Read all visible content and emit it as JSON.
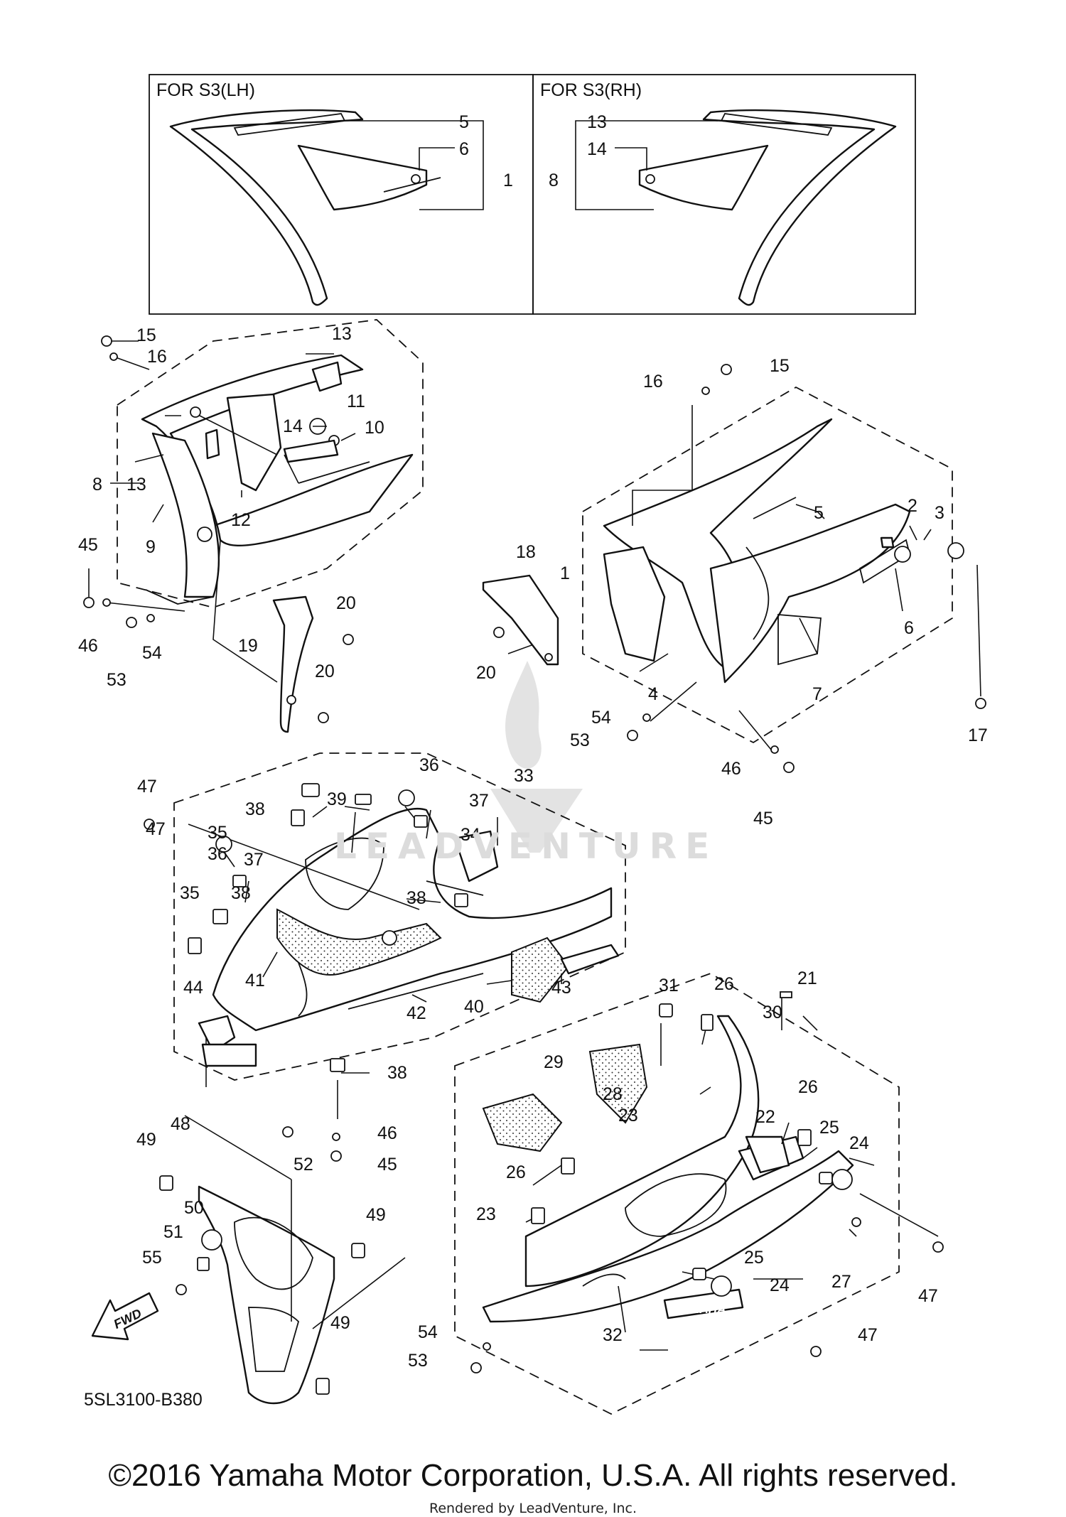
{
  "insets": {
    "left_label": "FOR S3(LH)",
    "right_label": "FOR S3(RH)"
  },
  "callouts": [
    {
      "id": "c5a",
      "text": "5"
    },
    {
      "id": "c6a",
      "text": "6"
    },
    {
      "id": "c1a",
      "text": "1"
    },
    {
      "id": "c13a",
      "text": "13"
    },
    {
      "id": "c14a",
      "text": "14"
    },
    {
      "id": "c8a",
      "text": "8"
    },
    {
      "id": "c15a",
      "text": "15"
    },
    {
      "id": "c16a",
      "text": "16"
    },
    {
      "id": "c13b",
      "text": "13"
    },
    {
      "id": "c11",
      "text": "11"
    },
    {
      "id": "c10",
      "text": "10"
    },
    {
      "id": "c14b",
      "text": "14"
    },
    {
      "id": "c8b",
      "text": "8"
    },
    {
      "id": "c13c",
      "text": "13"
    },
    {
      "id": "c12",
      "text": "12"
    },
    {
      "id": "c9",
      "text": "9"
    },
    {
      "id": "c45a",
      "text": "45"
    },
    {
      "id": "c46a",
      "text": "46"
    },
    {
      "id": "c53a",
      "text": "53"
    },
    {
      "id": "c54a",
      "text": "54"
    },
    {
      "id": "c19",
      "text": "19"
    },
    {
      "id": "c20a",
      "text": "20"
    },
    {
      "id": "c20b",
      "text": "20"
    },
    {
      "id": "c16b",
      "text": "16"
    },
    {
      "id": "c15b",
      "text": "15"
    },
    {
      "id": "c5b",
      "text": "5"
    },
    {
      "id": "c2",
      "text": "2"
    },
    {
      "id": "c3",
      "text": "3"
    },
    {
      "id": "c1b",
      "text": "1"
    },
    {
      "id": "c18",
      "text": "18"
    },
    {
      "id": "c20c",
      "text": "20"
    },
    {
      "id": "c4",
      "text": "4"
    },
    {
      "id": "c6b",
      "text": "6"
    },
    {
      "id": "c7",
      "text": "7"
    },
    {
      "id": "c17",
      "text": "17"
    },
    {
      "id": "c54b",
      "text": "54"
    },
    {
      "id": "c53b",
      "text": "53"
    },
    {
      "id": "c46b",
      "text": "46"
    },
    {
      "id": "c45b",
      "text": "45"
    },
    {
      "id": "c47a",
      "text": "47"
    },
    {
      "id": "c36a",
      "text": "36"
    },
    {
      "id": "c33",
      "text": "33"
    },
    {
      "id": "c38a",
      "text": "38"
    },
    {
      "id": "c39",
      "text": "39"
    },
    {
      "id": "c37a",
      "text": "37"
    },
    {
      "id": "c47b",
      "text": "47"
    },
    {
      "id": "c35a",
      "text": "35"
    },
    {
      "id": "c34",
      "text": "34"
    },
    {
      "id": "c36b",
      "text": "36"
    },
    {
      "id": "c37b",
      "text": "37"
    },
    {
      "id": "c35b",
      "text": "35"
    },
    {
      "id": "c38b",
      "text": "38"
    },
    {
      "id": "c38c",
      "text": "38"
    },
    {
      "id": "c41",
      "text": "41"
    },
    {
      "id": "c40",
      "text": "40"
    },
    {
      "id": "c43",
      "text": "43"
    },
    {
      "id": "c44",
      "text": "44"
    },
    {
      "id": "c42",
      "text": "42"
    },
    {
      "id": "c38d",
      "text": "38"
    },
    {
      "id": "c31",
      "text": "31"
    },
    {
      "id": "c26a",
      "text": "26"
    },
    {
      "id": "c21",
      "text": "21"
    },
    {
      "id": "c30",
      "text": "30"
    },
    {
      "id": "c29",
      "text": "29"
    },
    {
      "id": "c28",
      "text": "28"
    },
    {
      "id": "c23a",
      "text": "23"
    },
    {
      "id": "c26b",
      "text": "26"
    },
    {
      "id": "c22",
      "text": "22"
    },
    {
      "id": "c25a",
      "text": "25"
    },
    {
      "id": "c24a",
      "text": "24"
    },
    {
      "id": "c26c",
      "text": "26"
    },
    {
      "id": "c23b",
      "text": "23"
    },
    {
      "id": "c27",
      "text": "27"
    },
    {
      "id": "c47c",
      "text": "47"
    },
    {
      "id": "c25b",
      "text": "25"
    },
    {
      "id": "c24b",
      "text": "24"
    },
    {
      "id": "c47d",
      "text": "47"
    },
    {
      "id": "c32",
      "text": "32"
    },
    {
      "id": "c54c",
      "text": "54"
    },
    {
      "id": "c53c",
      "text": "53"
    },
    {
      "id": "c46c",
      "text": "46"
    },
    {
      "id": "c45c",
      "text": "45"
    },
    {
      "id": "c52",
      "text": "52"
    },
    {
      "id": "c49a",
      "text": "49"
    },
    {
      "id": "c48",
      "text": "48"
    },
    {
      "id": "c50",
      "text": "50"
    },
    {
      "id": "c51",
      "text": "51"
    },
    {
      "id": "c55",
      "text": "55"
    },
    {
      "id": "c49b",
      "text": "49"
    },
    {
      "id": "c49c",
      "text": "49"
    }
  ],
  "fwd_label": "FWD",
  "brand_decal": "YAMAHA",
  "diagram_code": "5SL3100-B380",
  "copyright": "©2016 Yamaha Motor Corporation, U.S.A. All rights reserved.",
  "rendered_by": "Rendered by LeadVenture, Inc.",
  "watermark": "LEADVENTURE"
}
